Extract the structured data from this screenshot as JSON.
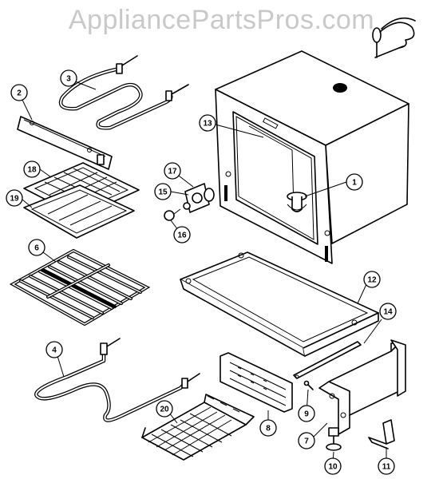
{
  "watermark": "AppliancePartsPros.com",
  "callouts": [
    {
      "label": "1"
    },
    {
      "label": "2"
    },
    {
      "label": "3"
    },
    {
      "label": "4"
    },
    {
      "label": "6"
    },
    {
      "label": "7"
    },
    {
      "label": "8"
    },
    {
      "label": "9"
    },
    {
      "label": "10"
    },
    {
      "label": "11"
    },
    {
      "label": "12"
    },
    {
      "label": "13"
    },
    {
      "label": "14"
    },
    {
      "label": "15"
    },
    {
      "label": "16"
    },
    {
      "label": "17"
    },
    {
      "label": "18"
    },
    {
      "label": "19"
    },
    {
      "label": "20"
    }
  ]
}
